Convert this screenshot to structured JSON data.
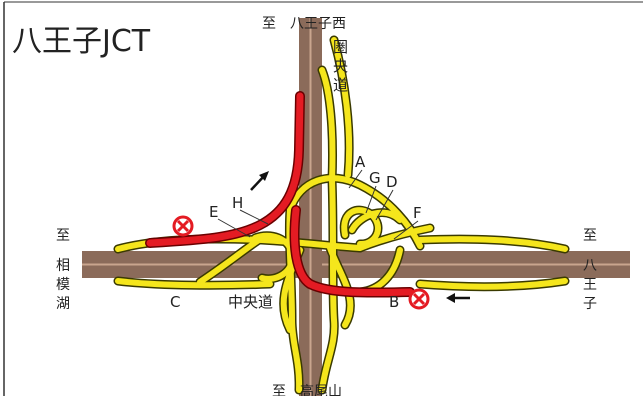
{
  "title": "八王子JCT",
  "directions": {
    "north": "至　八王子西",
    "south": "至　高尾山",
    "west_prefix": "至",
    "west_chars": [
      "相",
      "模",
      "湖"
    ],
    "east_prefix": "至",
    "east_chars": [
      "八",
      "王",
      "子"
    ]
  },
  "roads": {
    "ken_o_chars": [
      "圏",
      "央",
      "道"
    ],
    "chuo": "中央道"
  },
  "ramps": [
    "A",
    "B",
    "C",
    "D",
    "E",
    "F",
    "G",
    "H"
  ],
  "colors": {
    "expressway": "#8b6b5a",
    "expressway_line": "#c9a58e",
    "ramp": "#f5e61c",
    "ramp_edge": "#3a3a00",
    "highlight": "#e41b23",
    "highlight_edge": "#6a0000",
    "no_entry": "#e41b23",
    "arrow": "#111111"
  },
  "icons": [
    "no-entry-icon",
    "arrow-icon"
  ]
}
